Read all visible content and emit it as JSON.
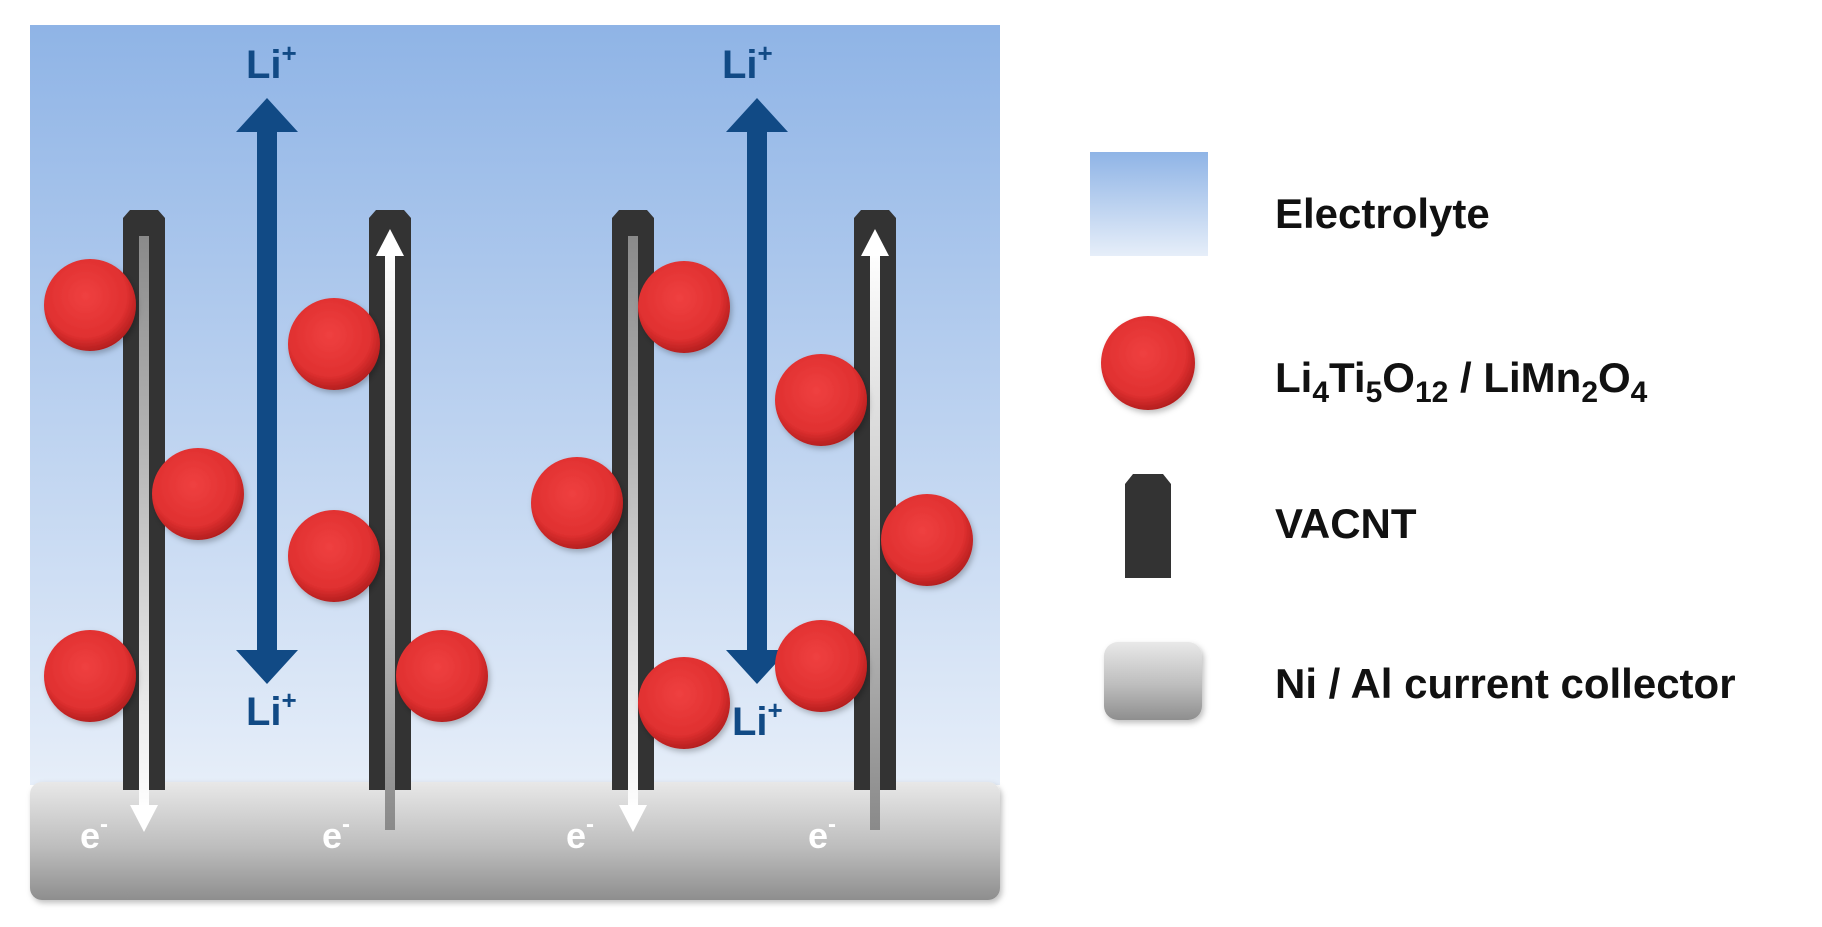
{
  "colors": {
    "electrolyte_top": "#8fb4e6",
    "electrolyte_bottom": "#e6eef9",
    "particle": "#e03030",
    "particle_dark": "#b51f1f",
    "vacnt": "#333333",
    "collector_light": "#e8e8e8",
    "collector_dark": "#9a9a9a",
    "li_arrow": "#114a85",
    "electron_arrow": "#ffffff"
  },
  "labels": {
    "li_ion": "Li",
    "li_ion_charge": "+",
    "electron": "e",
    "electron_charge": "-"
  },
  "legend": {
    "electrolyte": "Electrolyte",
    "particle_formula": {
      "Li1": "Li",
      "Li1_sub": "4",
      "Ti": "Ti",
      "Ti_sub": "5",
      "O1": "O",
      "O1_sub": "12",
      "sep": " / ",
      "LiMn": "LiMn",
      "Mn_sub": "2",
      "O2": "O",
      "O2_sub": "4"
    },
    "vacnt": "VACNT",
    "collector": "Ni / Al current collector"
  }
}
